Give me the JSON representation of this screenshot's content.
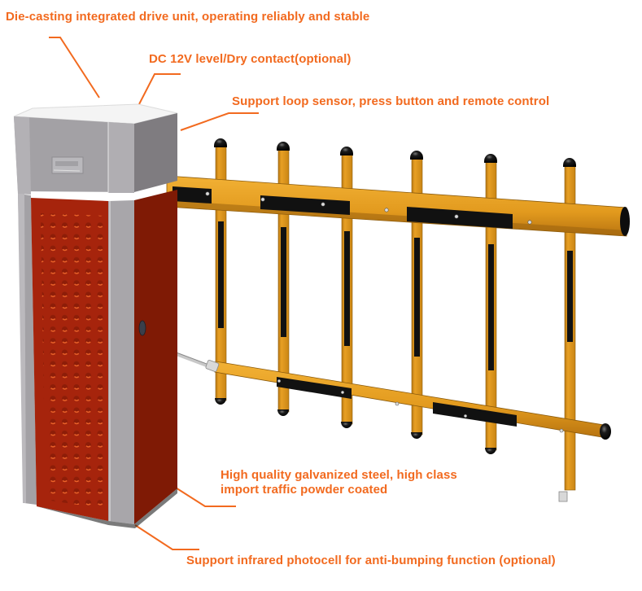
{
  "figure": {
    "subject": "Fence-arm parking barrier gate",
    "accent_color": "#f26a1f",
    "colors": {
      "cabinet_gray": "#a19fa3",
      "cabinet_red": "#a6240c",
      "cabinet_red_dark": "#7f1a05",
      "arm_yellow": "#e29a1e",
      "reflective_black": "#111111"
    }
  },
  "callouts": [
    {
      "id": "drive-unit",
      "text": "Die-casting integrated drive unit, operating reliably and stable"
    },
    {
      "id": "dc-contact",
      "text": "DC 12V level/Dry contact(optional)"
    },
    {
      "id": "control-support",
      "text": "Support loop sensor, press button and remote control"
    },
    {
      "id": "steel-coating",
      "lines": [
        "High quality galvanized steel, high class",
        "import traffic powder coated"
      ]
    },
    {
      "id": "photocell",
      "text": "Support infrared photocell for anti-bumping function (optional)"
    }
  ],
  "fence": {
    "upright_count": 6
  }
}
